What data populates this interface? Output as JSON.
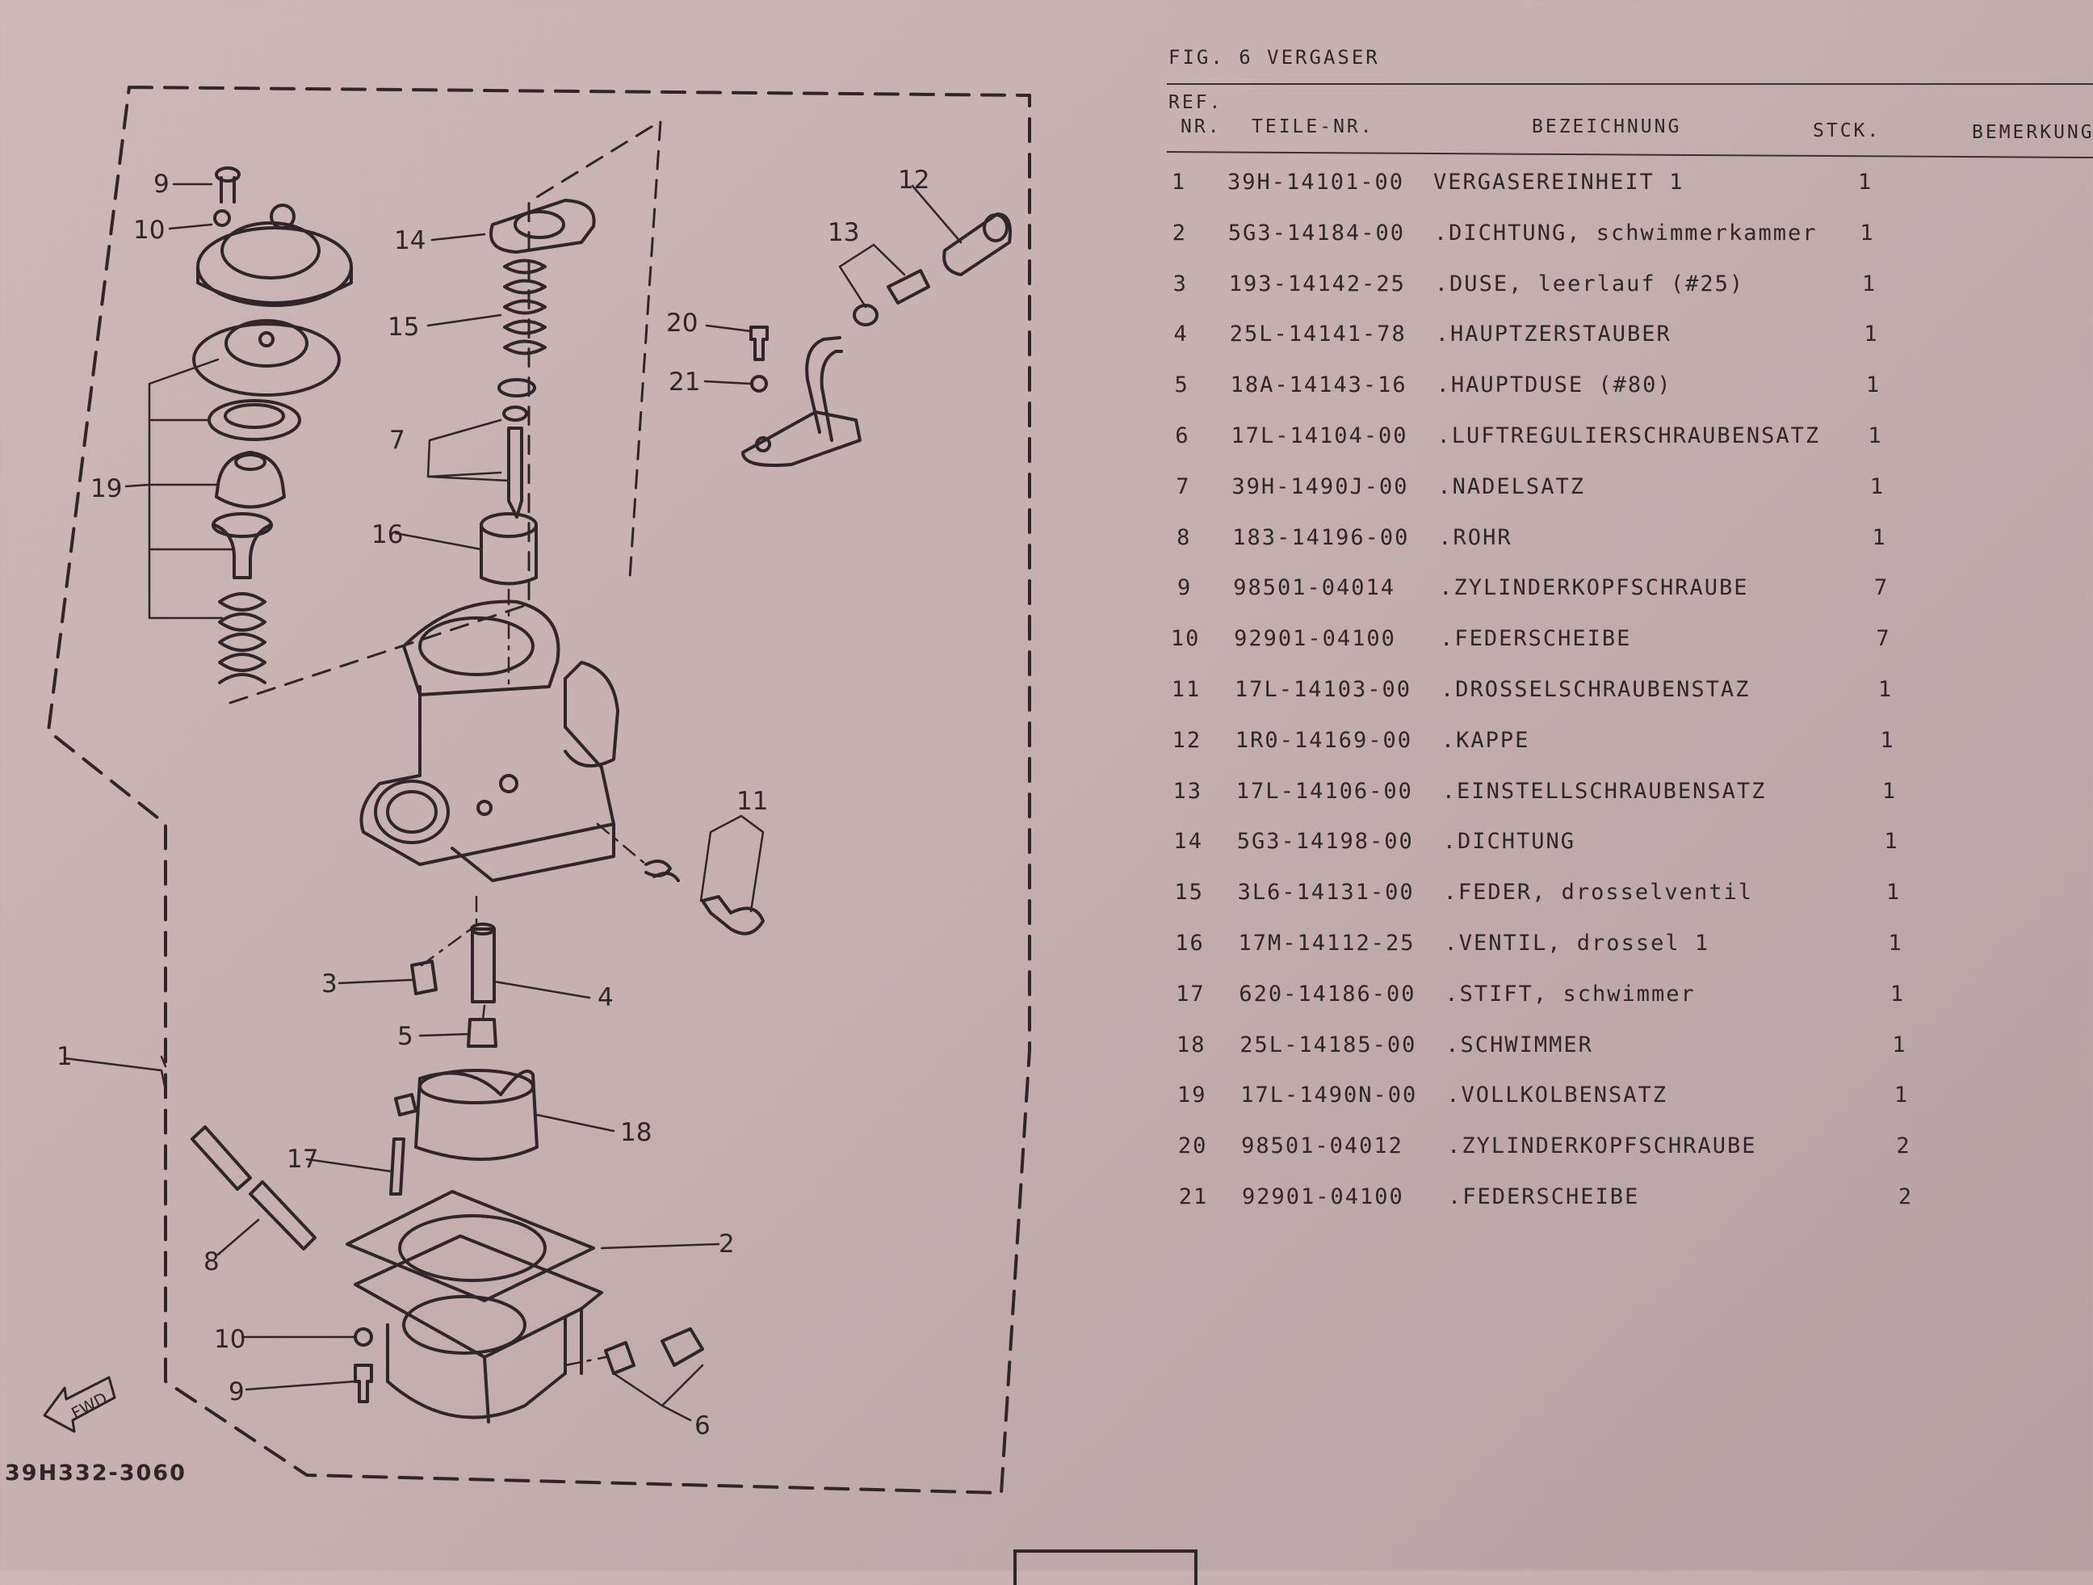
{
  "figure": {
    "title": "FIG.  6  VERGASER",
    "code": "39H332-3060",
    "fwd_label": "FWD",
    "callouts": [
      "1",
      "2",
      "3",
      "4",
      "5",
      "6",
      "7",
      "8",
      "9",
      "10",
      "11",
      "12",
      "13",
      "14",
      "15",
      "16",
      "17",
      "18",
      "19",
      "20",
      "21",
      "10",
      "9"
    ]
  },
  "table": {
    "headers": {
      "ref_line1": "REF.",
      "ref_line2": "NR.",
      "part_no": "TEILE-NR.",
      "description": "BEZEICHNUNG",
      "qty": "STCK.",
      "remark": "BEMERKUNG"
    },
    "rows": [
      {
        "ref": "1",
        "part": "39H-14101-00",
        "desc": "VERGASEREINHEIT 1",
        "qty": "1"
      },
      {
        "ref": "2",
        "part": "5G3-14184-00",
        "desc": ".DICHTUNG, schwimmerkammer",
        "qty": "1"
      },
      {
        "ref": "3",
        "part": "193-14142-25",
        "desc": ".DUSE, leerlauf (#25)",
        "qty": "1"
      },
      {
        "ref": "4",
        "part": "25L-14141-78",
        "desc": ".HAUPTZERSTAUBER",
        "qty": "1"
      },
      {
        "ref": "5",
        "part": "18A-14143-16",
        "desc": ".HAUPTDUSE (#80)",
        "qty": "1"
      },
      {
        "ref": "6",
        "part": "17L-14104-00",
        "desc": ".LUFTREGULIERSCHRAUBENSATZ",
        "qty": "1"
      },
      {
        "ref": "7",
        "part": "39H-1490J-00",
        "desc": ".NADELSATZ",
        "qty": "1"
      },
      {
        "ref": "8",
        "part": "183-14196-00",
        "desc": ".ROHR",
        "qty": "1"
      },
      {
        "ref": "9",
        "part": "98501-04014",
        "desc": ".ZYLINDERKOPFSCHRAUBE",
        "qty": "7"
      },
      {
        "ref": "10",
        "part": "92901-04100",
        "desc": ".FEDERSCHEIBE",
        "qty": "7"
      },
      {
        "ref": "11",
        "part": "17L-14103-00",
        "desc": ".DROSSELSCHRAUBENSTAZ",
        "qty": "1"
      },
      {
        "ref": "12",
        "part": "1R0-14169-00",
        "desc": ".KAPPE",
        "qty": "1"
      },
      {
        "ref": "13",
        "part": "17L-14106-00",
        "desc": ".EINSTELLSCHRAUBENSATZ",
        "qty": "1"
      },
      {
        "ref": "14",
        "part": "5G3-14198-00",
        "desc": ".DICHTUNG",
        "qty": "1"
      },
      {
        "ref": "15",
        "part": "3L6-14131-00",
        "desc": ".FEDER, drosselventil",
        "qty": "1"
      },
      {
        "ref": "16",
        "part": "17M-14112-25",
        "desc": ".VENTIL, drossel 1",
        "qty": "1"
      },
      {
        "ref": "17",
        "part": "620-14186-00",
        "desc": ".STIFT, schwimmer",
        "qty": "1"
      },
      {
        "ref": "18",
        "part": "25L-14185-00",
        "desc": ".SCHWIMMER",
        "qty": "1"
      },
      {
        "ref": "19",
        "part": "17L-1490N-00",
        "desc": ".VOLLKOLBENSATZ",
        "qty": "1"
      },
      {
        "ref": "20",
        "part": "98501-04012",
        "desc": ".ZYLINDERKOPFSCHRAUBE",
        "qty": "2"
      },
      {
        "ref": "21",
        "part": "92901-04100",
        "desc": ".FEDERSCHEIBE",
        "qty": "2"
      }
    ]
  }
}
